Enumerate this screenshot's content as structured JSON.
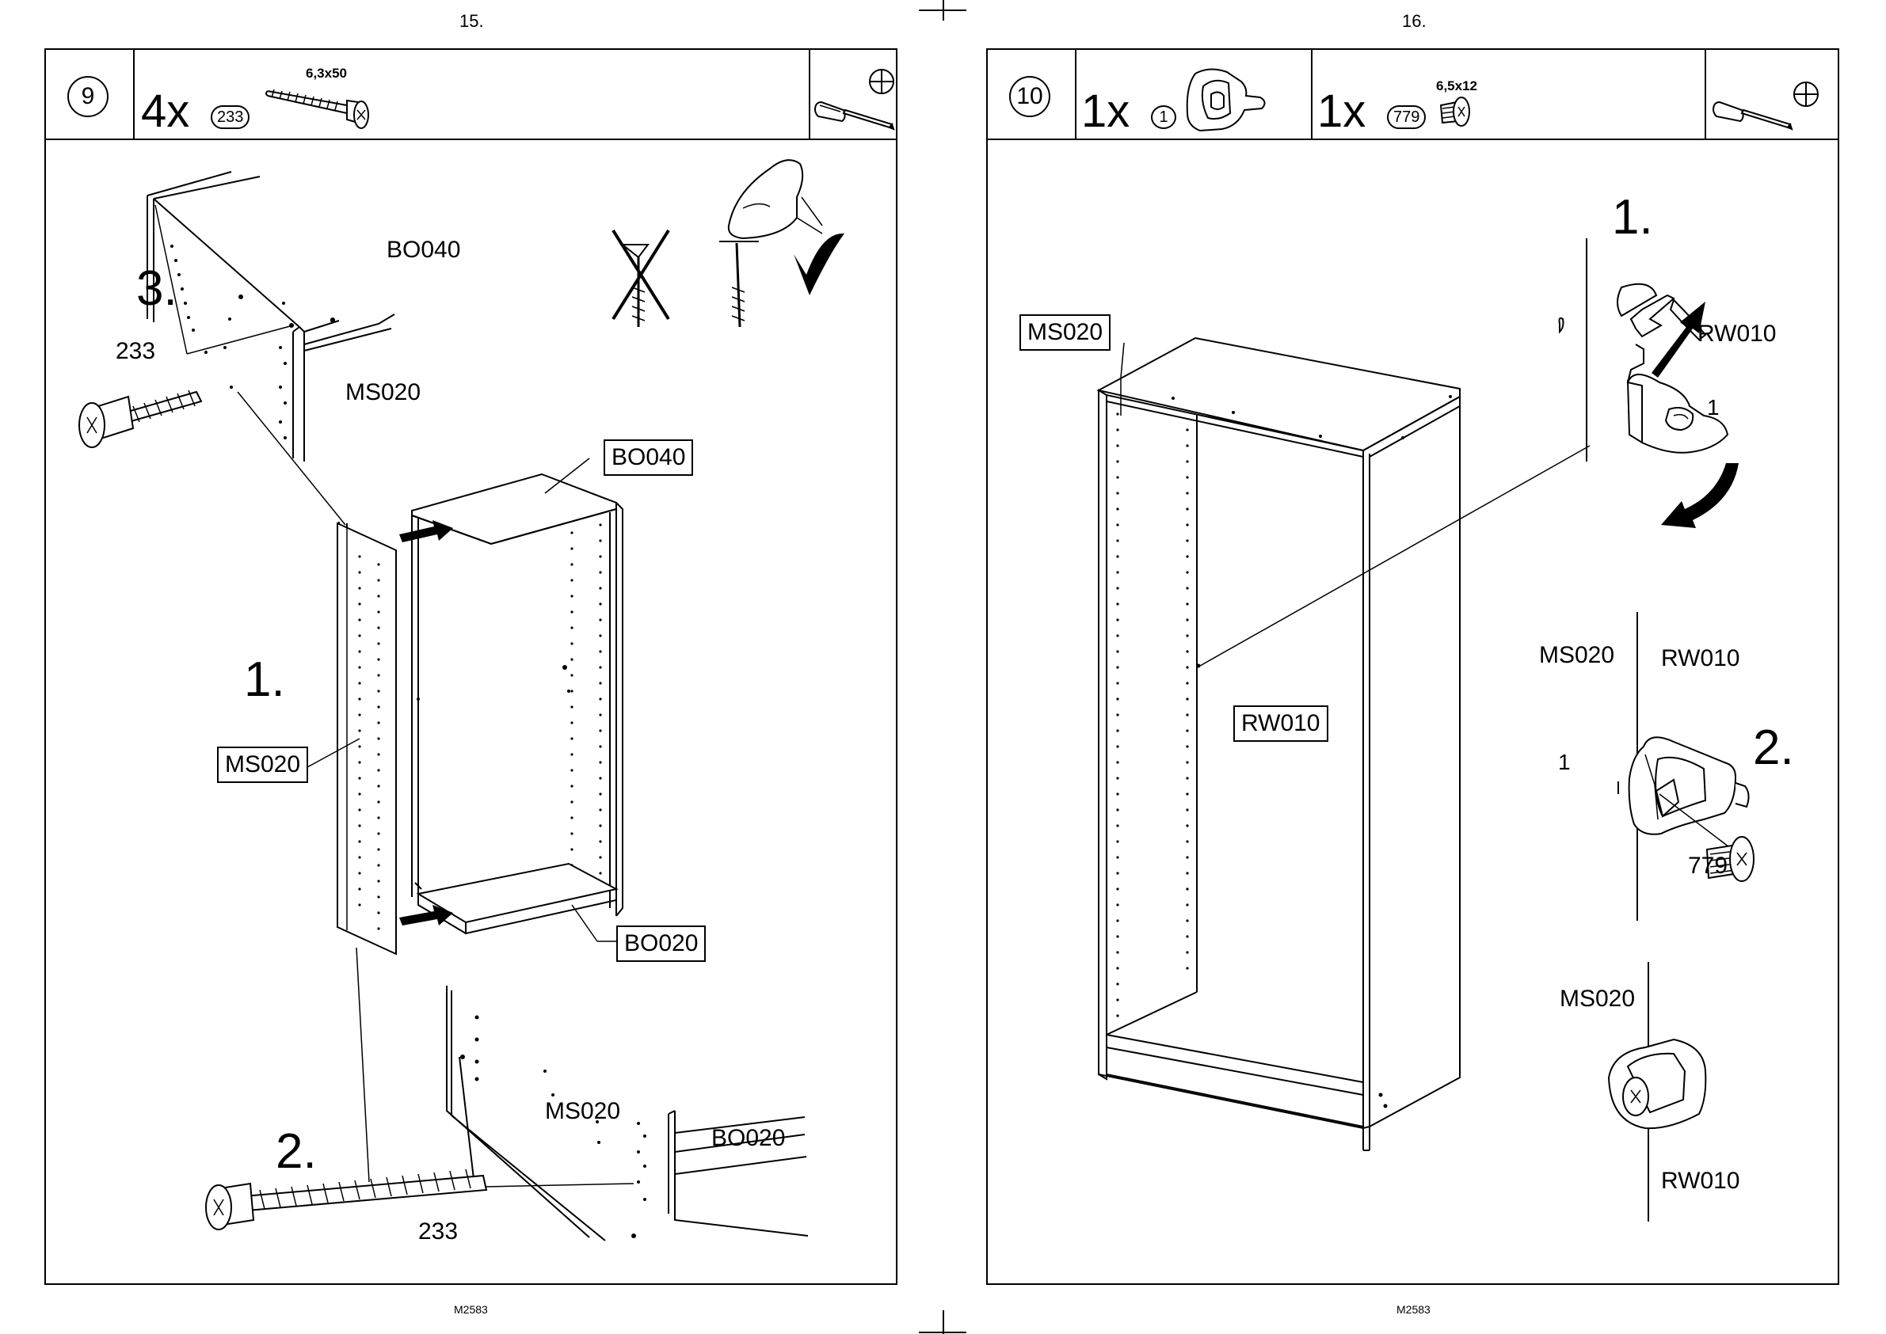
{
  "left_page": {
    "page_number": "15.",
    "footer": "M2583",
    "step": "9",
    "quantity": "4x",
    "part_number": "233",
    "screw_dimension": "6,3x50",
    "labels": {
      "top_panel_label": "BO040",
      "side_label_top": "MS020",
      "screw_label_top": "233",
      "step3": "3.",
      "step1": "1.",
      "step2": "2.",
      "box_bo040": "BO040",
      "box_ms020": "MS020",
      "box_bo020": "BO020",
      "bottom_ms020": "MS020",
      "bottom_bo020": "BO020",
      "screw_label_bottom": "233"
    }
  },
  "right_page": {
    "page_number": "16.",
    "footer": "M2583",
    "step": "10",
    "quantity_1": "1x",
    "part_number_1": "1",
    "quantity_2": "1x",
    "part_number_2": "779",
    "screw_dimension": "6,5x12",
    "labels": {
      "box_ms020": "MS020",
      "box_rw010": "RW010",
      "step1": "1.",
      "rw010_top": "RW010",
      "one_top": "1",
      "ms020_mid": "MS020",
      "rw010_mid": "RW010",
      "one_mid": "1",
      "step2": "2.",
      "n779": "779",
      "ms020_bottom": "MS020",
      "rw010_bottom": "RW010"
    }
  },
  "icons": [
    "screwdriver-icon",
    "phillips-head-icon",
    "screw-icon",
    "cam-lock-icon",
    "checkmark-icon",
    "cross-icon"
  ]
}
